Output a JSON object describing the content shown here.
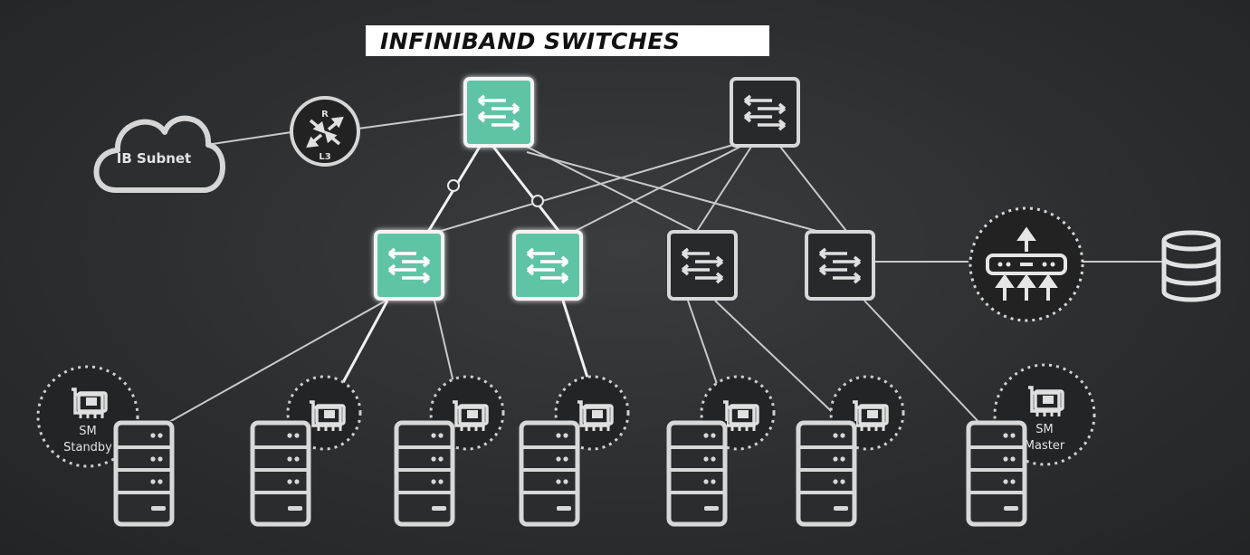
{
  "title": "INFINIBAND SWITCHES",
  "cloud_label": "IB Subnet",
  "router": {
    "top_label": "R",
    "bottom_label": "L3"
  },
  "sm_standby": {
    "line1": "SM",
    "line2": "Standby"
  },
  "sm_master": {
    "line1": "SM",
    "line2": "Master"
  },
  "colors": {
    "background": "#2c2e30",
    "accent": "#5ec4a6",
    "outline": "#d8d8d8",
    "switch_dark": "#2a2b2d"
  },
  "icons": [
    "cloud-icon",
    "router-icon",
    "switch-icon",
    "server-icon",
    "nic-card-icon",
    "gateway-icon",
    "database-icon"
  ]
}
